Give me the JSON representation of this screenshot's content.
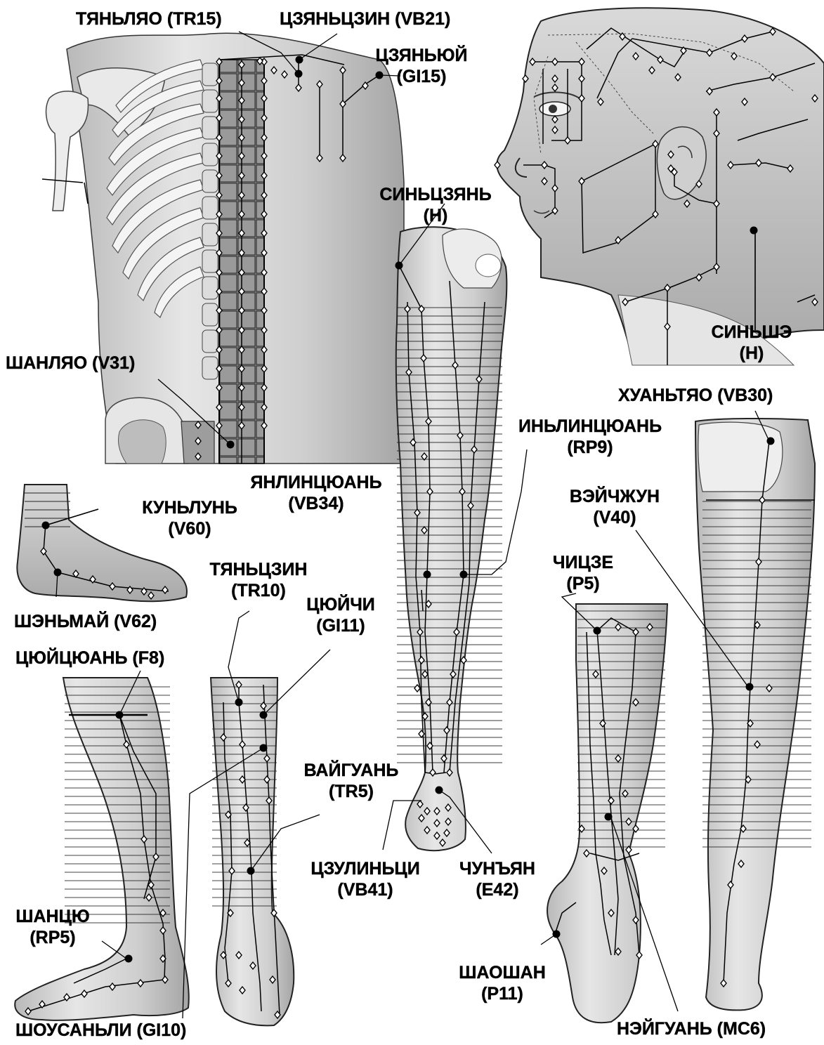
{
  "points": [
    {
      "id": "tr15",
      "lines": [
        "ТЯНЬЛЯО (TR15)"
      ]
    },
    {
      "id": "vb21",
      "lines": [
        "ЦЗЯНЬЦЗИН (VB21)"
      ]
    },
    {
      "id": "gi15",
      "lines": [
        "ЦЗЯНЬЮЙ",
        "(GI15)"
      ]
    },
    {
      "id": "sinjian",
      "lines": [
        "СИНЬЦЗЯНЬ",
        "(H)"
      ]
    },
    {
      "id": "sinshe",
      "lines": [
        "СИНЬШЭ",
        "(H)"
      ]
    },
    {
      "id": "v31",
      "lines": [
        "ШАНЛЯО (V31)"
      ]
    },
    {
      "id": "vb30",
      "lines": [
        "ХУАНЬТЯО (VB30)"
      ]
    },
    {
      "id": "rp9",
      "lines": [
        "ИНЬЛИНЦЮАНЬ",
        "(RP9)"
      ]
    },
    {
      "id": "vb34",
      "lines": [
        "ЯНЛИНЦЮАНЬ",
        "(VB34)"
      ]
    },
    {
      "id": "v60",
      "lines": [
        "КУНЬЛУНЬ",
        "(V60)"
      ]
    },
    {
      "id": "v40",
      "lines": [
        "ВЭЙЧЖУН",
        "(V40)"
      ]
    },
    {
      "id": "tr10",
      "lines": [
        "ТЯНЬЦЗИН",
        "(TR10)"
      ]
    },
    {
      "id": "gi11",
      "lines": [
        "ЦЮЙЧИ",
        "(GI11)"
      ]
    },
    {
      "id": "v62",
      "lines": [
        "ШЭНЬМАЙ (V62)"
      ]
    },
    {
      "id": "p5",
      "lines": [
        "ЧИЦЗЕ",
        "(P5)"
      ]
    },
    {
      "id": "f8",
      "lines": [
        "ЦЮЙЦЮАНЬ (F8)"
      ]
    },
    {
      "id": "tr5",
      "lines": [
        "ВАЙГУАНЬ",
        "(TR5)"
      ]
    },
    {
      "id": "vb41",
      "lines": [
        "ЦЗУЛИНЬЦИ",
        "(VB41)"
      ]
    },
    {
      "id": "e42",
      "lines": [
        "ЧУНЪЯН",
        "(E42)"
      ]
    },
    {
      "id": "rp5",
      "lines": [
        "ШАНЦЮ",
        "(RP5)"
      ]
    },
    {
      "id": "p11",
      "lines": [
        "ШАОШАН",
        "(P11)"
      ]
    },
    {
      "id": "gi10",
      "lines": [
        "ШОУСАНЬЛИ (GI10)"
      ]
    },
    {
      "id": "mc6",
      "lines": [
        "НЭЙГУАНЬ (MC6)"
      ]
    }
  ],
  "colors": {
    "ink": "#000000",
    "skin_light": "#efefef",
    "skin_mid": "#c9c9c9",
    "skin_dark": "#8a8a8a",
    "grid_dark": "#7d7d7d"
  }
}
